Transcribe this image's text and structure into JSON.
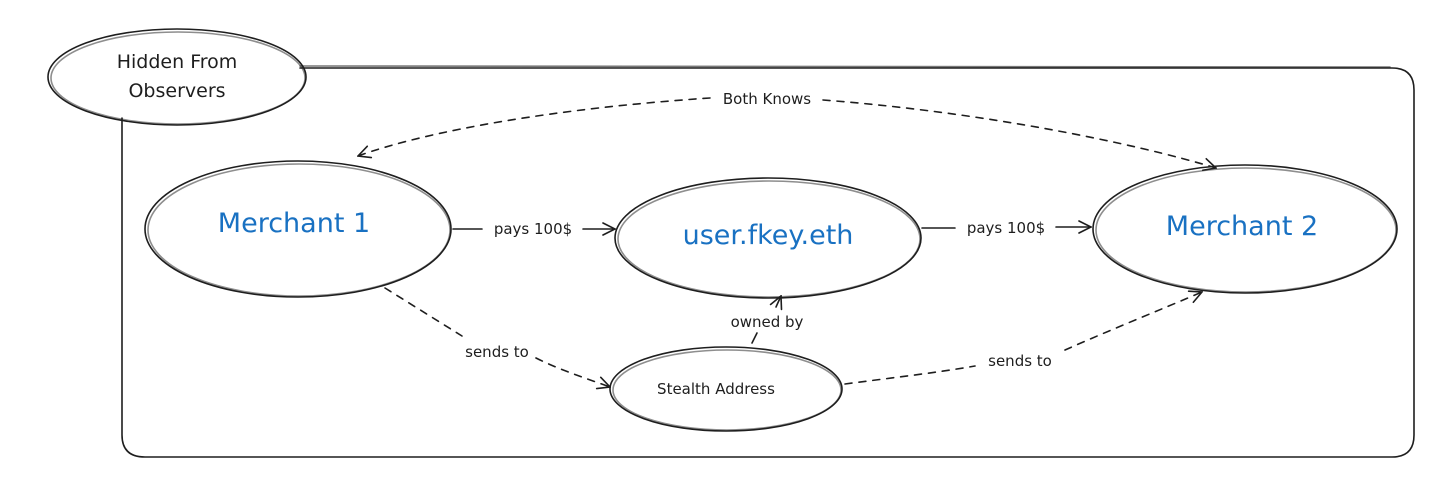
{
  "tag": {
    "line1": "Hidden From",
    "line2": "Observers",
    "fill": "#a5d8ff"
  },
  "nodes": {
    "merchant1": "Merchant 1",
    "user": "user.fkey.eth",
    "merchant2": "Merchant 2",
    "stealth": "Stealth Address"
  },
  "edges": {
    "both_knows": "Both Knows",
    "pays_1": "pays 100$",
    "pays_2": "pays 100$",
    "owned_by": "owned by",
    "sends_to_1": "sends to",
    "sends_to_2": "sends to"
  },
  "colors": {
    "stroke": "#1e1e1e",
    "node_text": "#1971c2",
    "tag_fill": "#a5d8ff"
  }
}
